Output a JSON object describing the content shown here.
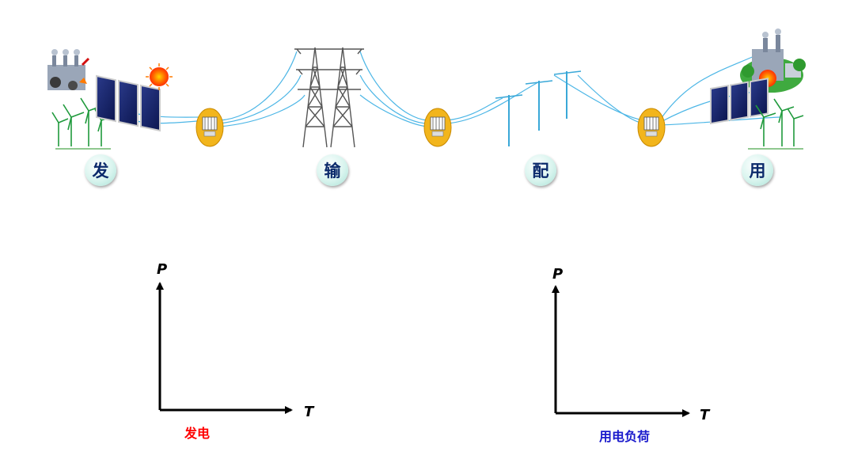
{
  "stages": {
    "generation": "发",
    "transmission": "输",
    "distribution": "配",
    "consumption": "用"
  },
  "left_graph": {
    "y_label": "P",
    "x_label": "T",
    "caption": "发电",
    "caption_color": "#ff0000"
  },
  "right_graph": {
    "y_label": "P",
    "x_label": "T",
    "caption": "用电负荷",
    "caption_color": "#1a1acc"
  },
  "colors": {
    "wire": "#4cb6e6",
    "transformer": "#f2b51c",
    "tower": "#555555",
    "sun": "#ff5a00"
  }
}
